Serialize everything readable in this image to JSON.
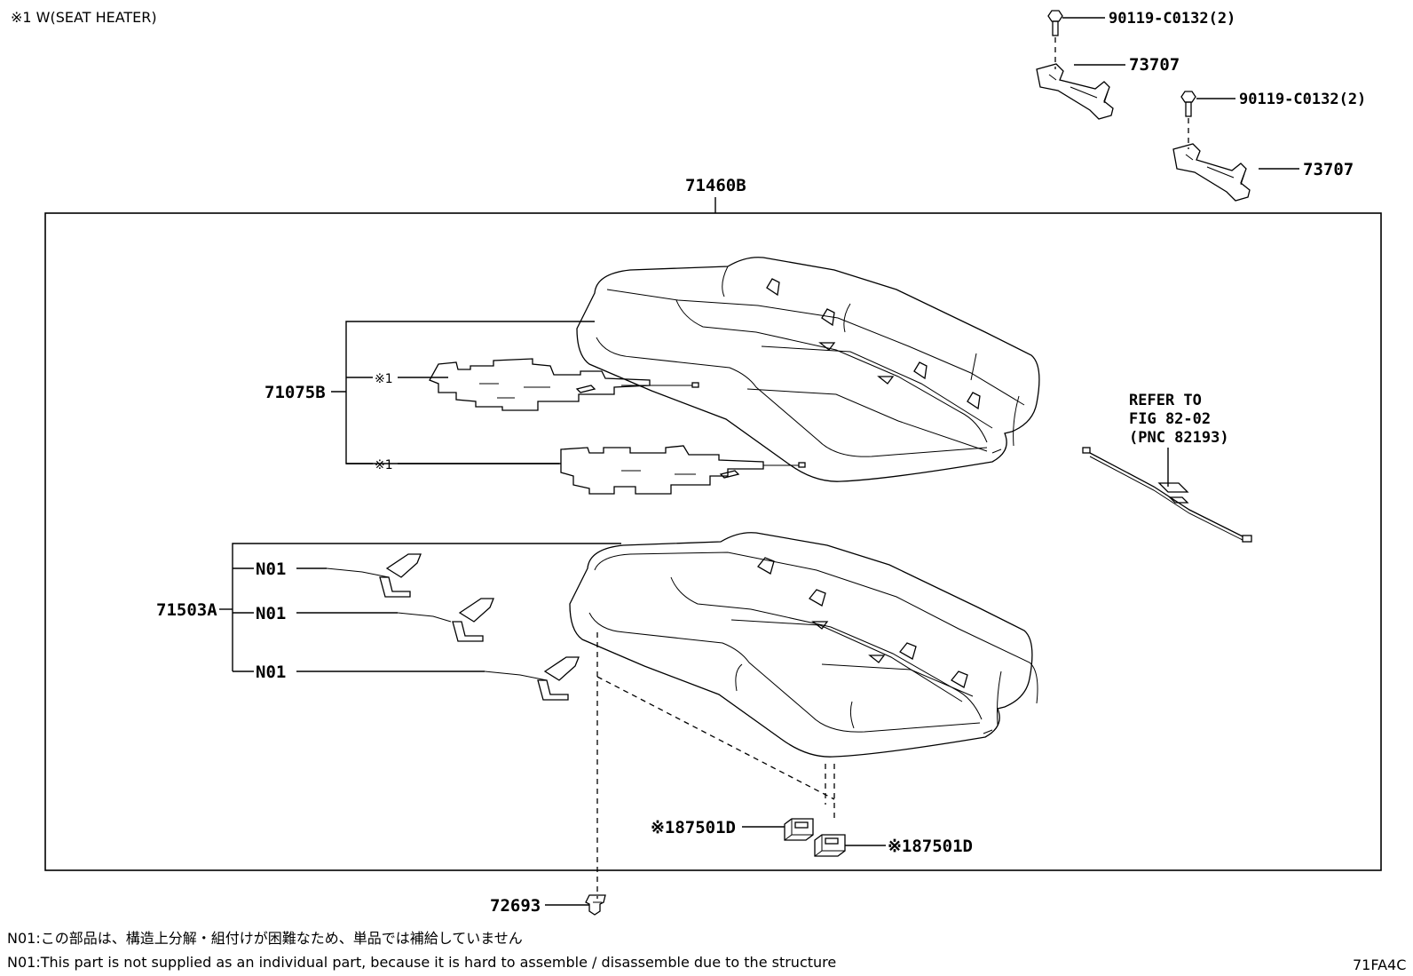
{
  "legend": {
    "note_top": "※1 W(SEAT HEATER)"
  },
  "callouts": {
    "bolt_1": "90119-C0132(2)",
    "bolt_2": "90119-C0132(2)",
    "bracket_1": "73707",
    "bracket_2": "73707",
    "assembly": "71460B",
    "heater_group": "71075B",
    "heater_marker_1": "※1",
    "heater_marker_2": "※1",
    "cover_group": "71503A",
    "n01_1": "N01",
    "n01_2": "N01",
    "n01_3": "N01",
    "refer_line_1": "REFER TO",
    "refer_line_2": "FIG 82-02",
    "refer_line_3": "(PNC 82193)",
    "connector_1": "※187501D",
    "connector_2": "※187501D",
    "clip": "72693"
  },
  "footnotes": {
    "jp": "N01:この部品は、構造上分解・組付けが困難なため、単品では補給していません",
    "en": "N01:This part is not supplied as an individual part, because it is hard to assemble / disassemble due to the structure"
  },
  "figure_code": "71FA4C"
}
